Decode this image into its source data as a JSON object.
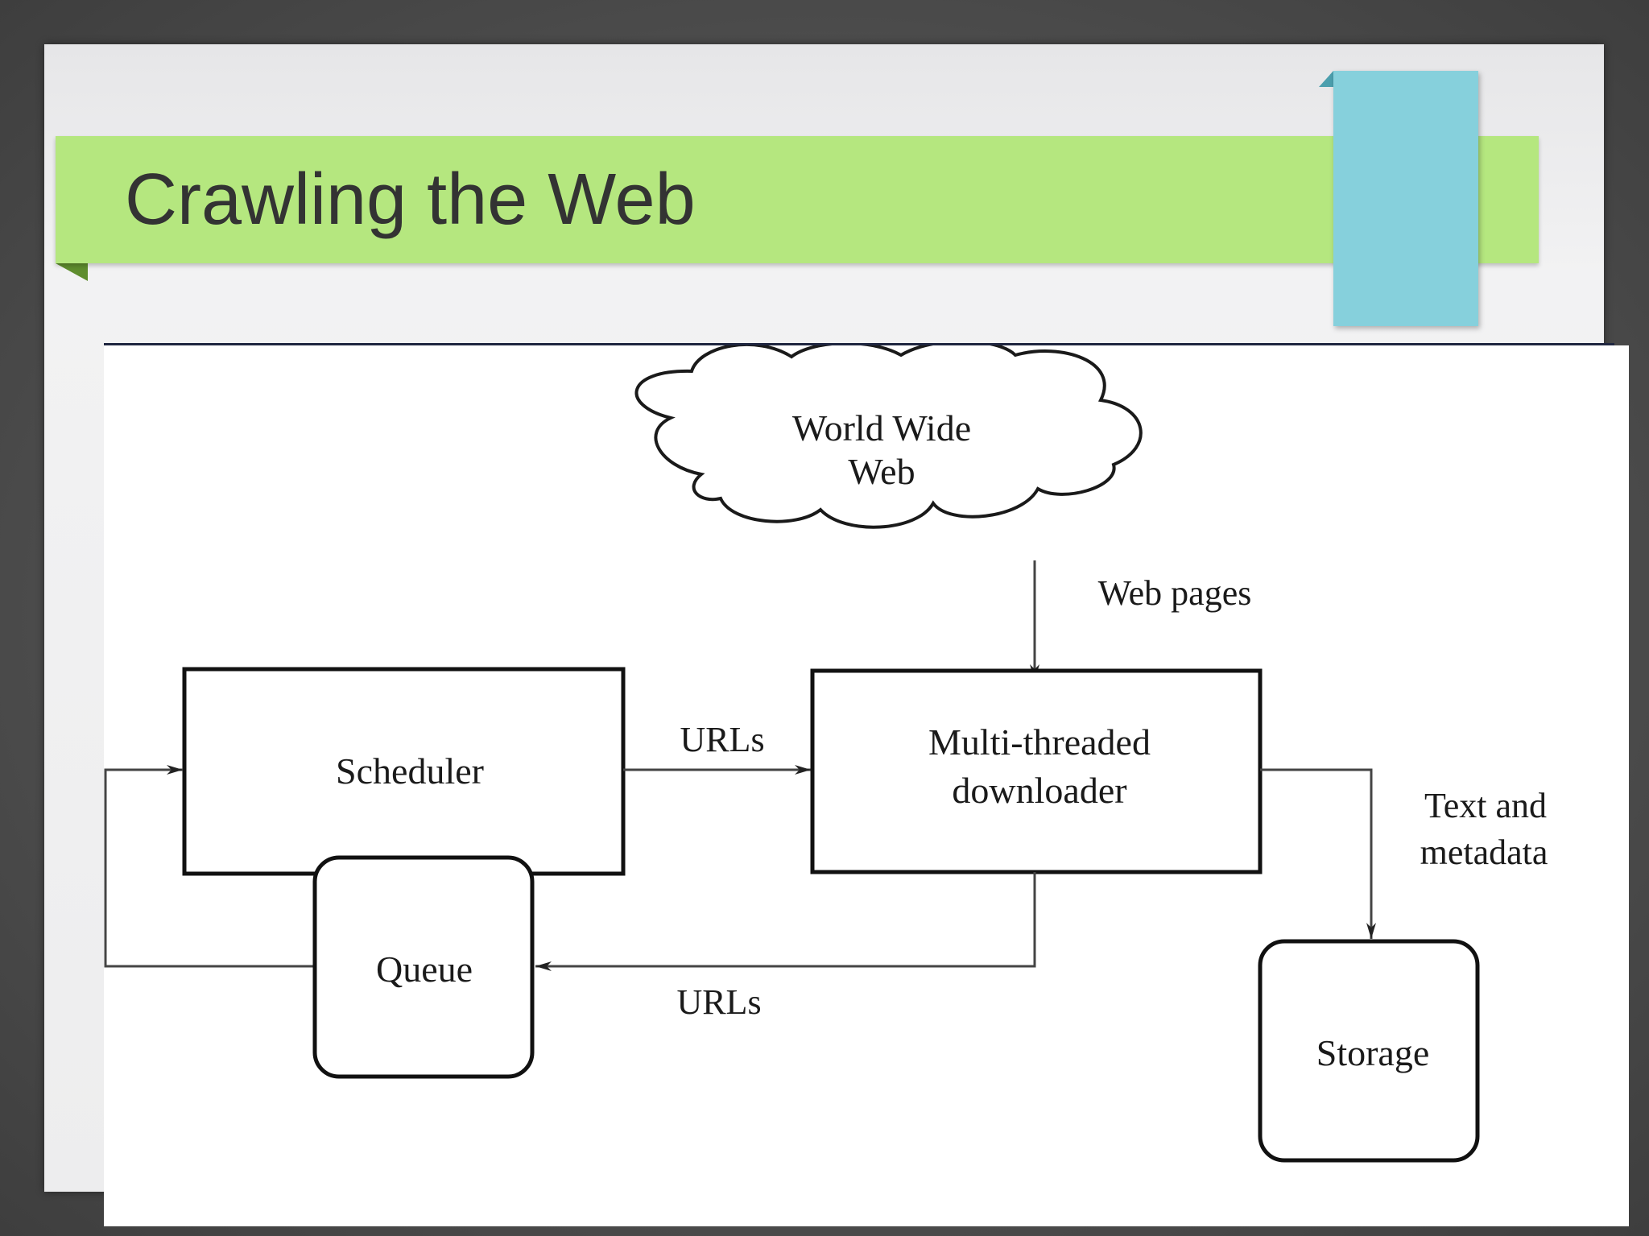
{
  "slide": {
    "title": "Crawling the Web"
  },
  "diagram": {
    "nodes": {
      "www": {
        "line1": "World Wide",
        "line2": "Web"
      },
      "scheduler": {
        "label": "Scheduler"
      },
      "downloader": {
        "line1": "Multi-threaded",
        "line2": "downloader"
      },
      "queue": {
        "label": "Queue"
      },
      "storage": {
        "label": "Storage"
      }
    },
    "edges": {
      "web_pages": "Web pages",
      "urls_to_downloader": "URLs",
      "urls_to_queue": "URLs",
      "text_metadata_line1": "Text and",
      "text_metadata_line2": "metadata"
    }
  },
  "colors": {
    "title_bar": "#b5e77f",
    "accent_tab": "#86d0dc",
    "divider": "#1f2640"
  }
}
